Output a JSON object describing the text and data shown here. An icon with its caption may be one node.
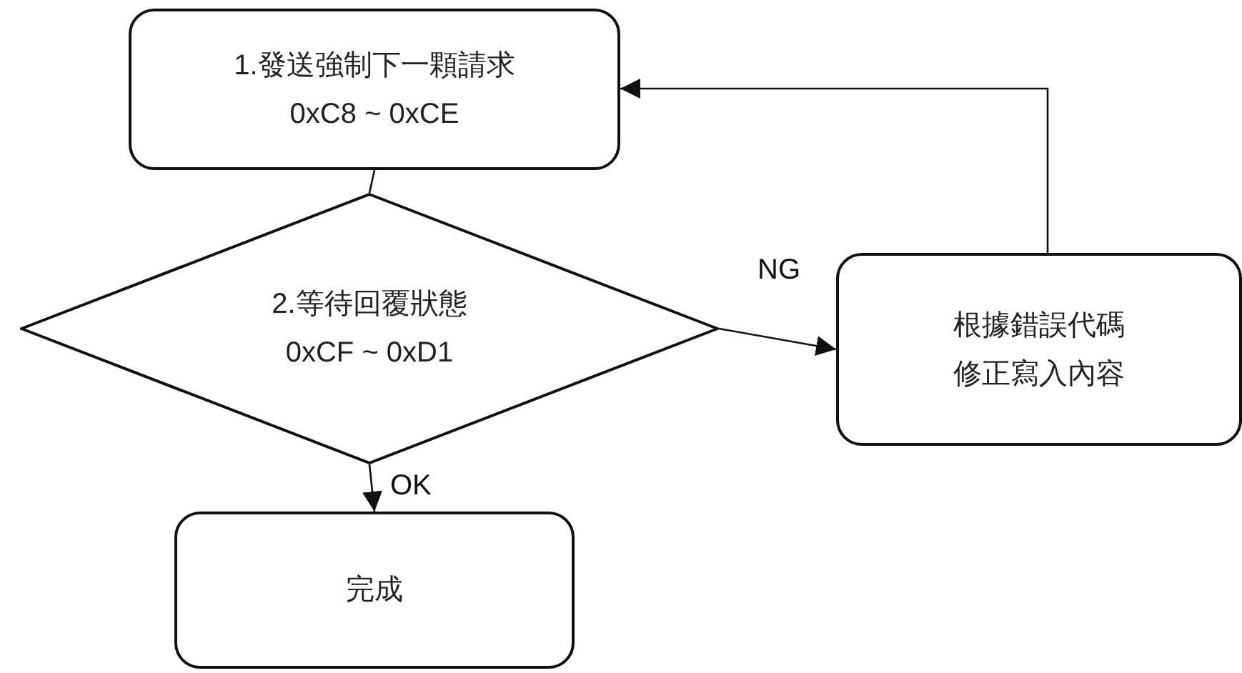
{
  "diagram": {
    "nodes": [
      {
        "text": [
          "1.發送強制下一顆請求",
          "0xC8 ~ 0xCE"
        ]
      },
      {
        "text": [
          "2.等待回覆狀態",
          "0xCF ~ 0xD1"
        ]
      },
      {
        "text": [
          "根據錯誤代碼",
          "修正寫入內容"
        ]
      },
      {
        "text": [
          "完成"
        ]
      }
    ],
    "edges": [
      {
        "from": 0,
        "to": 1,
        "arrow": "none"
      },
      {
        "from": 1,
        "to": 2,
        "arrow": "to",
        "label": "NG"
      },
      {
        "from": 1,
        "to": 3,
        "arrow": "to",
        "label": "OK"
      },
      {
        "from": 2,
        "to": 0,
        "arrow": "to"
      }
    ]
  }
}
